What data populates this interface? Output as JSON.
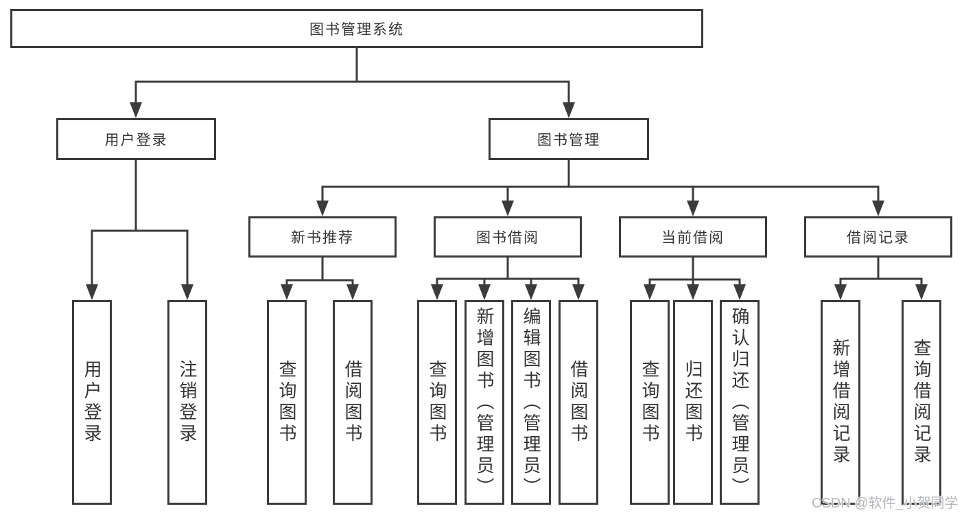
{
  "diagram": {
    "root": {
      "label": "图书管理系统"
    },
    "level2": [
      {
        "label": "用户登录"
      },
      {
        "label": "图书管理"
      }
    ],
    "level3": [
      {
        "label": "新书推荐"
      },
      {
        "label": "图书借阅"
      },
      {
        "label": "当前借阅"
      },
      {
        "label": "借阅记录"
      }
    ],
    "leaves": {
      "user_login": [
        "用户登录",
        "注销登录"
      ],
      "new_book_recommend": [
        "查询图书",
        "借阅图书"
      ],
      "book_borrowing": [
        "查询图书",
        "新增图书（管理员）",
        "编辑图书（管理员）",
        "借阅图书"
      ],
      "current_borrowing": [
        "查询图书",
        "归还图书",
        "确认归还（管理员）"
      ],
      "borrowing_records": [
        "新增借阅记录",
        "查询借阅记录"
      ]
    }
  },
  "watermark": {
    "text": "CSDN @软件_小贺同学"
  },
  "colors": {
    "line": "#3b3b3b",
    "text": "#333333",
    "watermark": "#b3b6ba",
    "background": "#ffffff"
  }
}
